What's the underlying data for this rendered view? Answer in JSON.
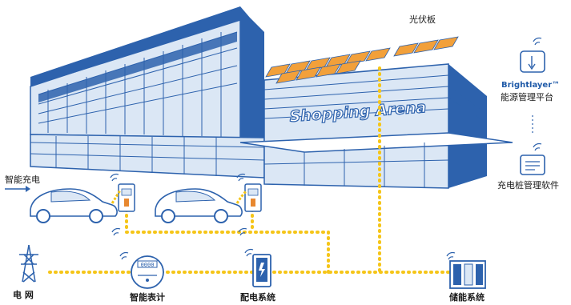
{
  "building": {
    "sign": "Shopping Arena"
  },
  "labels": {
    "solar": "光伏板",
    "brand": "Brightlayer™",
    "ems": "能源管理平台",
    "smart_charging": "智能充电",
    "charger_software": "充电桩管理软件",
    "grid": "电   网",
    "smart_meter": "智能表计",
    "distribution": "配电系统",
    "storage": "储能系统"
  },
  "meter_display": "0000",
  "colors": {
    "primary_blue": "#2d62ad",
    "light_blue": "#dbe7f5",
    "solar_orange": "#f2a03a",
    "connection_yellow": "#f5c518",
    "charger_orange": "#e8882f"
  }
}
